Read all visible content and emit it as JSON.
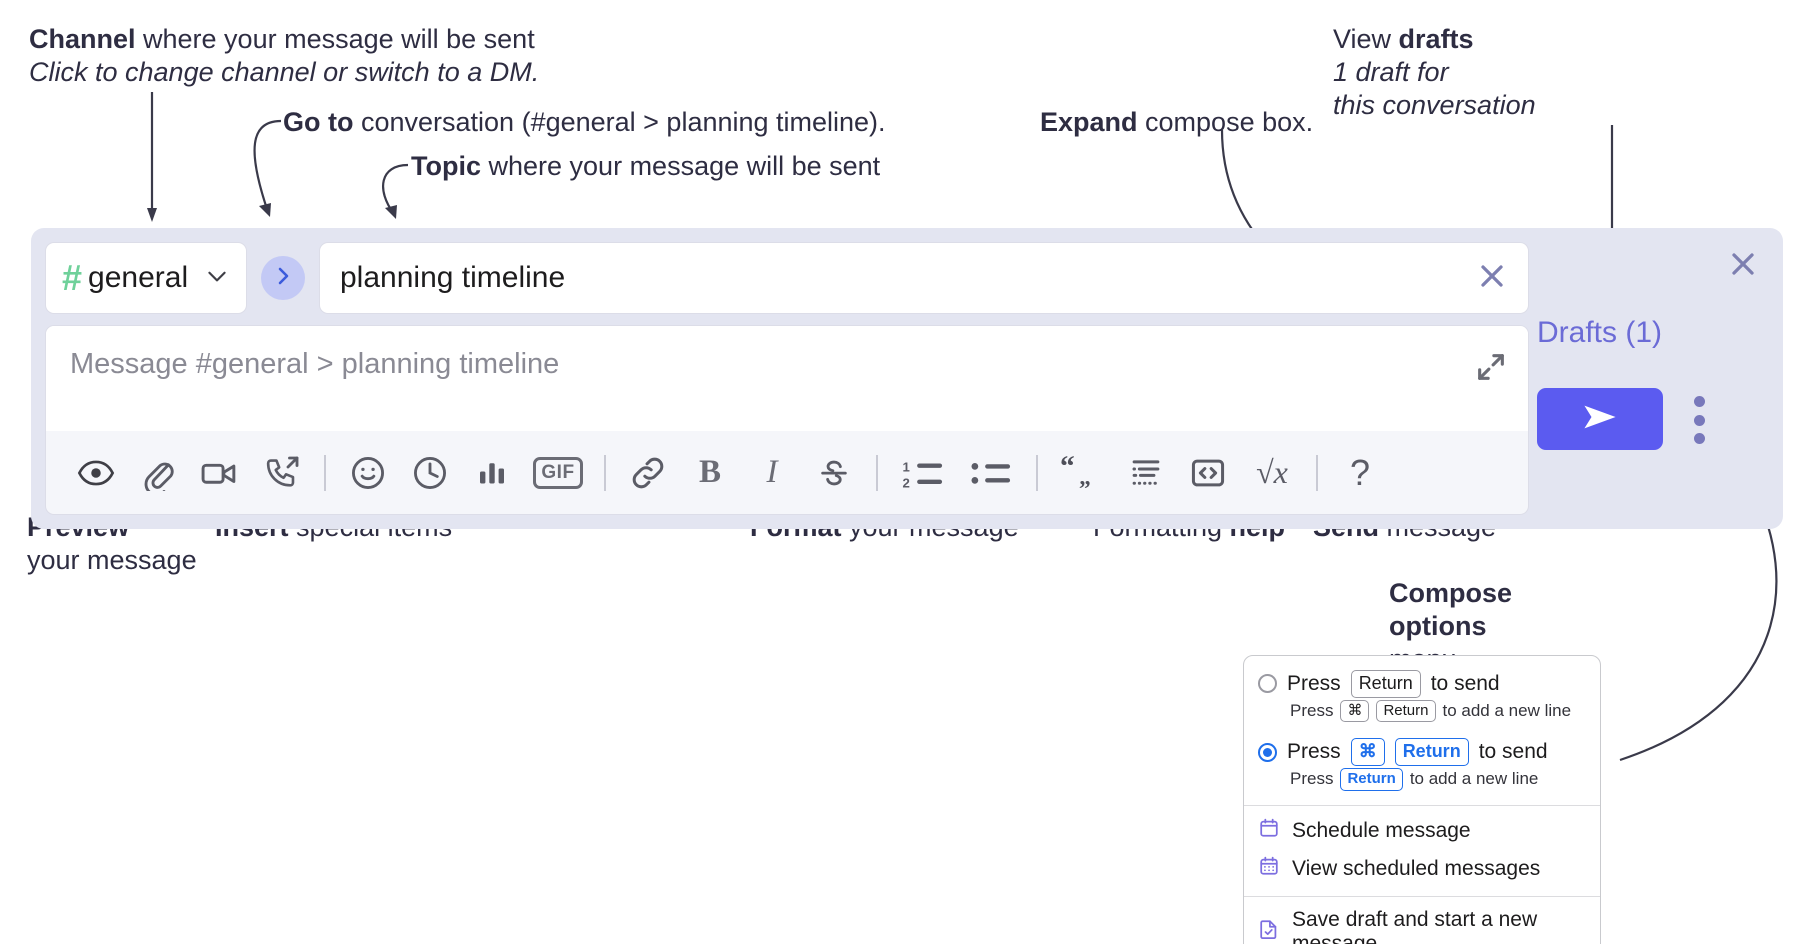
{
  "annotations": {
    "channel": {
      "bold": "Channel",
      "rest": " where your message will be sent",
      "italic": "Click to change channel or switch to a DM."
    },
    "goto": {
      "bold": "Go to",
      "rest": " conversation (#general > planning timeline)."
    },
    "topic": {
      "bold": "Topic",
      "rest": " where your message will be sent"
    },
    "expand": {
      "bold": "Expand",
      "rest": " compose box."
    },
    "drafts": {
      "lead": "View ",
      "bold": "drafts",
      "line2": "1 draft for",
      "line3": "this conversation"
    },
    "preview": {
      "bold": "Preview",
      "line2": "your message"
    },
    "insert": {
      "bold": "Insert",
      "rest": " special items"
    },
    "format": {
      "bold": "Format",
      "rest": " your message"
    },
    "help": {
      "lead": "Formatting ",
      "bold": "help"
    },
    "send": {
      "bold": "Send",
      "rest": " message"
    },
    "compose_options": {
      "bold1": "Compose",
      "bold2": "options",
      "rest": "menu"
    }
  },
  "compose": {
    "channel": {
      "hash": "#",
      "name": "general",
      "chevron_icon": "chevron-down-icon"
    },
    "goto_button_icon": "chevron-right-icon",
    "topic": {
      "value": "planning timeline",
      "clear_icon": "close-icon"
    },
    "message": {
      "placeholder": "Message #general > planning timeline",
      "expand_icon": "expand-icon"
    },
    "toolbar": [
      {
        "name": "preview-icon",
        "glyph": "eye"
      },
      {
        "name": "attachment-icon",
        "glyph": "paperclip"
      },
      {
        "name": "video-icon",
        "glyph": "video"
      },
      {
        "name": "huddle-icon",
        "glyph": "phone-forward"
      },
      {
        "name": "separator",
        "glyph": "sep"
      },
      {
        "name": "emoji-icon",
        "glyph": "smiley"
      },
      {
        "name": "clock-icon",
        "glyph": "clock"
      },
      {
        "name": "poll-icon",
        "glyph": "barchart"
      },
      {
        "name": "gif-icon",
        "glyph": "gif",
        "label": "GIF"
      },
      {
        "name": "separator",
        "glyph": "sep"
      },
      {
        "name": "link-icon",
        "glyph": "link"
      },
      {
        "name": "bold-icon",
        "glyph": "bold",
        "label": "B"
      },
      {
        "name": "italic-icon",
        "glyph": "italic",
        "label": "I"
      },
      {
        "name": "strikethrough-icon",
        "glyph": "strike",
        "label": "S"
      },
      {
        "name": "separator",
        "glyph": "sep"
      },
      {
        "name": "ordered-list-icon",
        "glyph": "ol"
      },
      {
        "name": "bullet-list-icon",
        "glyph": "ul"
      },
      {
        "name": "separator",
        "glyph": "sep"
      },
      {
        "name": "blockquote-icon",
        "glyph": "quote",
        "label": "“„"
      },
      {
        "name": "code-block-icon",
        "glyph": "codeblock"
      },
      {
        "name": "code-icon",
        "glyph": "code"
      },
      {
        "name": "math-icon",
        "glyph": "math",
        "label": "√x"
      },
      {
        "name": "separator",
        "glyph": "sep"
      },
      {
        "name": "formatting-help-icon",
        "glyph": "help",
        "label": "?"
      }
    ],
    "rail": {
      "close_icon": "close-icon",
      "drafts_label": "Drafts (1)",
      "send_icon": "send-icon",
      "kebab_icon": "more-vertical-icon"
    }
  },
  "menu": {
    "option1": {
      "selected": false,
      "pre": "Press",
      "key": "Return",
      "post": "to send",
      "sub_pre": "Press",
      "sub_key1": "⌘",
      "sub_key2": "Return",
      "sub_post": "to add a new line"
    },
    "option2": {
      "selected": true,
      "pre": "Press",
      "key1": "⌘",
      "key2": "Return",
      "post": "to send",
      "sub_pre": "Press",
      "sub_key": "Return",
      "sub_post": "to add a new line"
    },
    "items": [
      {
        "icon": "calendar-schedule-icon",
        "label": "Schedule message"
      },
      {
        "icon": "calendar-grid-icon",
        "label": "View scheduled messages"
      },
      {
        "icon": "save-draft-icon",
        "label": "Save draft and start a new message"
      }
    ]
  },
  "colors": {
    "panel": "#e3e5f1",
    "send": "#5b5bf0",
    "hash_green": "#6fd19a",
    "drafts_purple": "#6b6bd6",
    "accent_blue": "#1f6feb",
    "text": "#2e2d42"
  }
}
